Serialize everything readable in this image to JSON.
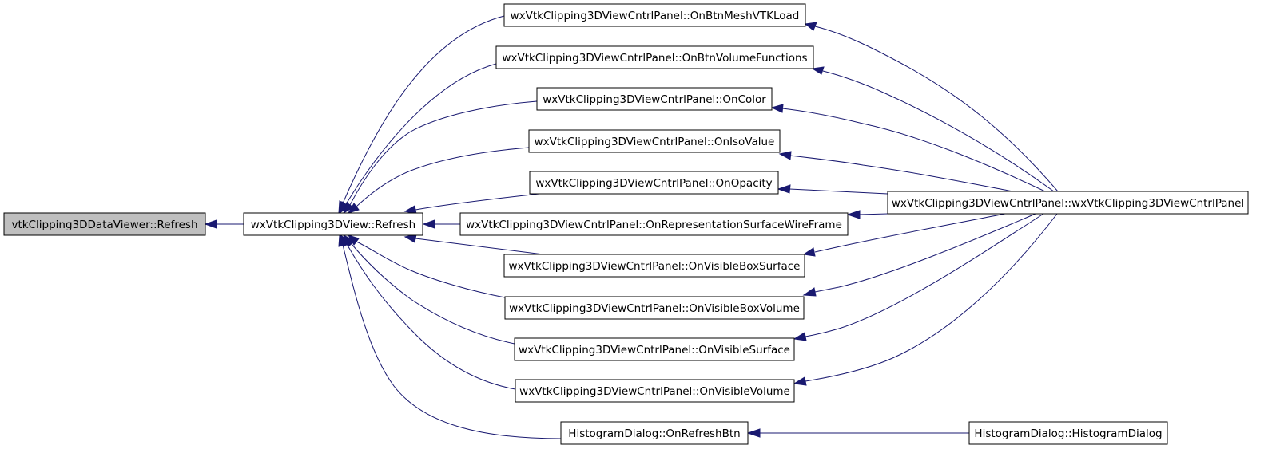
{
  "graph": {
    "type": "caller-graph",
    "colors": {
      "edge": "#191970",
      "current_node_fill": "#bfbfbf",
      "node_fill": "#ffffff",
      "node_stroke": "#000000"
    },
    "nodes": [
      {
        "id": "n_refresh_dataviewer",
        "label": "vtkClipping3DDataViewer::Refresh",
        "current": true
      },
      {
        "id": "n_refresh_view",
        "label": "wxVtkClipping3DView::Refresh"
      },
      {
        "id": "n_btnmesh",
        "label": "wxVtkClipping3DViewCntrlPanel::OnBtnMeshVTKLoad"
      },
      {
        "id": "n_btnvol",
        "label": "wxVtkClipping3DViewCntrlPanel::OnBtnVolumeFunctions"
      },
      {
        "id": "n_color",
        "label": "wxVtkClipping3DViewCntrlPanel::OnColor"
      },
      {
        "id": "n_iso",
        "label": "wxVtkClipping3DViewCntrlPanel::OnIsoValue"
      },
      {
        "id": "n_opacity",
        "label": "wxVtkClipping3DViewCntrlPanel::OnOpacity"
      },
      {
        "id": "n_repr",
        "label": "wxVtkClipping3DViewCntrlPanel::OnRepresentationSurfaceWireFrame"
      },
      {
        "id": "n_visboxsurf",
        "label": "wxVtkClipping3DViewCntrlPanel::OnVisibleBoxSurface"
      },
      {
        "id": "n_visboxvol",
        "label": "wxVtkClipping3DViewCntrlPanel::OnVisibleBoxVolume"
      },
      {
        "id": "n_vissurf",
        "label": "wxVtkClipping3DViewCntrlPanel::OnVisibleSurface"
      },
      {
        "id": "n_visvol",
        "label": "wxVtkClipping3DViewCntrlPanel::OnVisibleVolume"
      },
      {
        "id": "n_histrefresh",
        "label": "HistogramDialog::OnRefreshBtn"
      },
      {
        "id": "n_ctor",
        "label": "wxVtkClipping3DViewCntrlPanel::wxVtkClipping3DViewCntrlPanel"
      },
      {
        "id": "n_histctor",
        "label": "HistogramDialog::HistogramDialog"
      }
    ],
    "edges": [
      {
        "from": "n_refresh_view",
        "to": "n_refresh_dataviewer"
      },
      {
        "from": "n_btnmesh",
        "to": "n_refresh_view"
      },
      {
        "from": "n_btnvol",
        "to": "n_refresh_view"
      },
      {
        "from": "n_color",
        "to": "n_refresh_view"
      },
      {
        "from": "n_iso",
        "to": "n_refresh_view"
      },
      {
        "from": "n_opacity",
        "to": "n_refresh_view"
      },
      {
        "from": "n_repr",
        "to": "n_refresh_view"
      },
      {
        "from": "n_visboxsurf",
        "to": "n_refresh_view"
      },
      {
        "from": "n_visboxvol",
        "to": "n_refresh_view"
      },
      {
        "from": "n_vissurf",
        "to": "n_refresh_view"
      },
      {
        "from": "n_visvol",
        "to": "n_refresh_view"
      },
      {
        "from": "n_histrefresh",
        "to": "n_refresh_view"
      },
      {
        "from": "n_ctor",
        "to": "n_btnmesh"
      },
      {
        "from": "n_ctor",
        "to": "n_btnvol"
      },
      {
        "from": "n_ctor",
        "to": "n_color"
      },
      {
        "from": "n_ctor",
        "to": "n_iso"
      },
      {
        "from": "n_ctor",
        "to": "n_opacity"
      },
      {
        "from": "n_ctor",
        "to": "n_repr"
      },
      {
        "from": "n_ctor",
        "to": "n_visboxsurf"
      },
      {
        "from": "n_ctor",
        "to": "n_visboxvol"
      },
      {
        "from": "n_ctor",
        "to": "n_vissurf"
      },
      {
        "from": "n_ctor",
        "to": "n_visvol"
      },
      {
        "from": "n_histctor",
        "to": "n_histrefresh"
      }
    ]
  }
}
